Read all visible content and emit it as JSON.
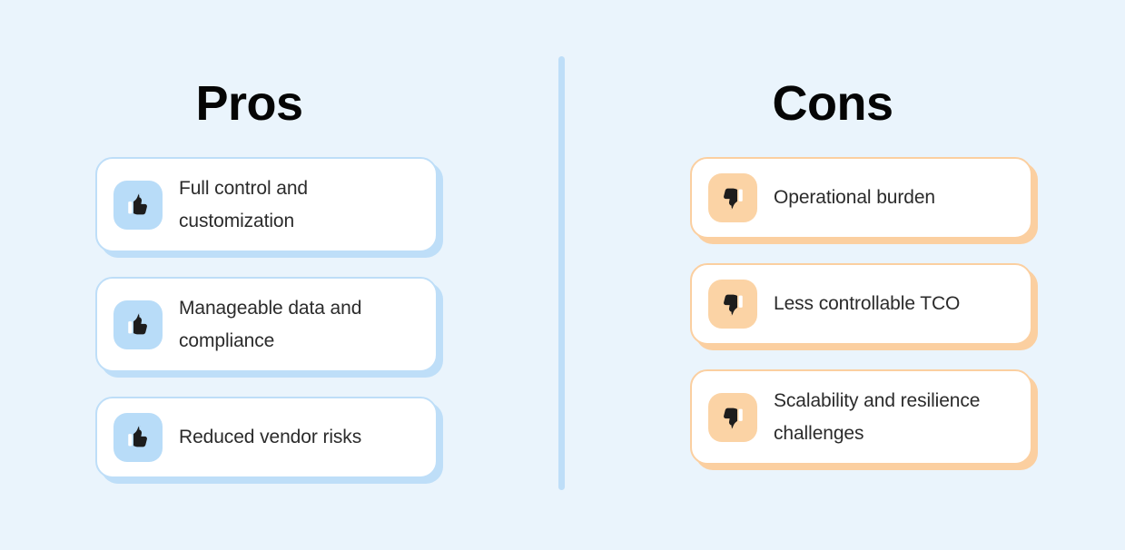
{
  "background_color": "#eaf4fc",
  "divider": {
    "name": "vertical-divider",
    "color": "#bedef8"
  },
  "columns": [
    {
      "key": "pros",
      "heading": "Pros",
      "accent_color": "#bedef8",
      "icon_tile_color": "#b8dcf8",
      "icon": "thumbs-up-icon",
      "items": [
        {
          "label": "Full control and customization",
          "lines": 2
        },
        {
          "label": "Manageable data and compliance",
          "lines": 2
        },
        {
          "label": "Reduced vendor risks",
          "lines": 1
        }
      ]
    },
    {
      "key": "cons",
      "heading": "Cons",
      "accent_color": "#fbcfa0",
      "icon_tile_color": "#fbd3a5",
      "icon": "thumbs-down-icon",
      "items": [
        {
          "label": "Operational burden",
          "lines": 1
        },
        {
          "label": "Less controllable TCO",
          "lines": 1
        },
        {
          "label": "Scalability and resilience challenges",
          "lines": 2
        }
      ]
    }
  ]
}
